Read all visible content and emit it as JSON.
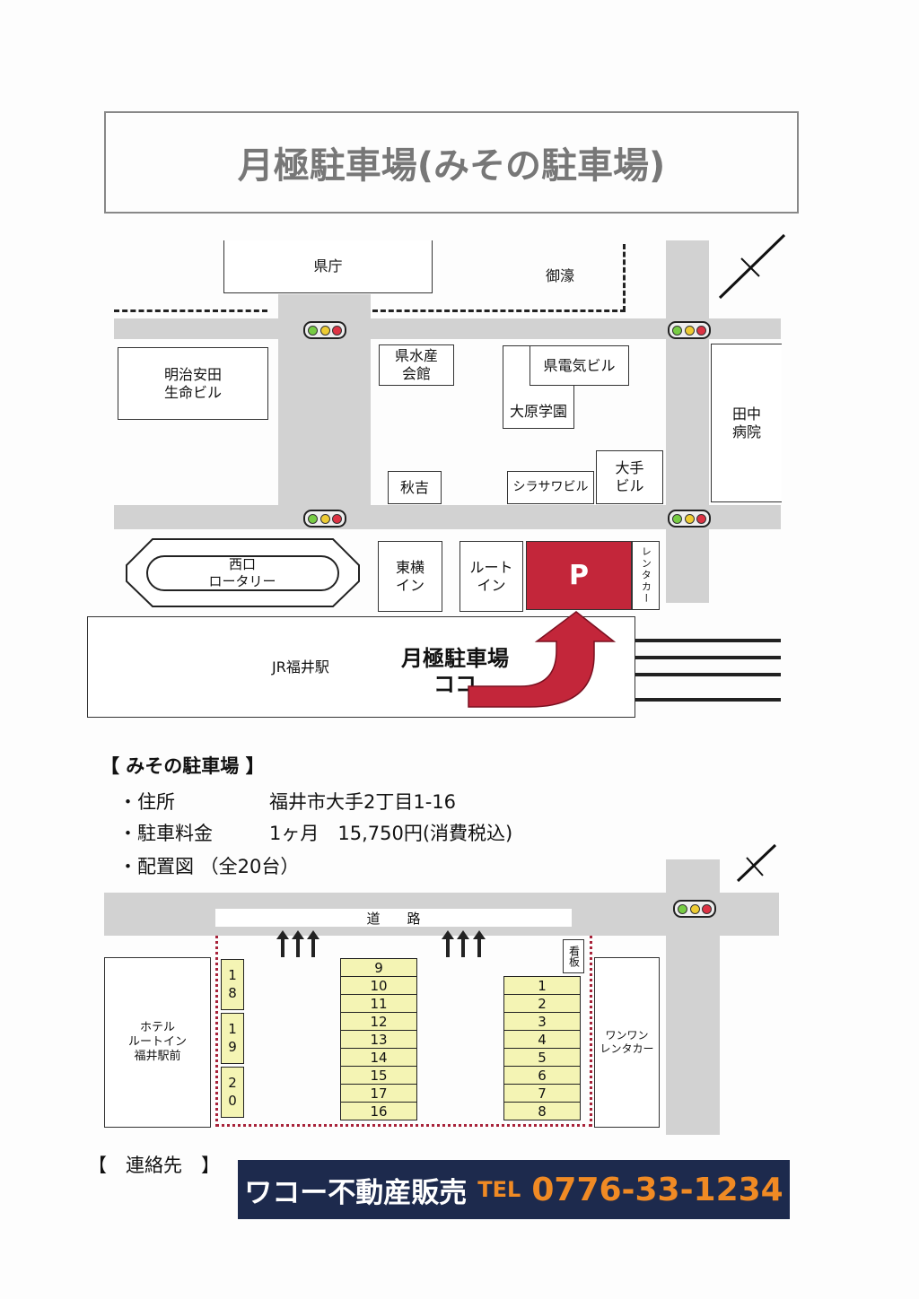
{
  "title": "月極駐車場(みその駐車場)",
  "map": {
    "kencho": "県庁",
    "ohori": "御濠",
    "meiji": "明治安田\n生命ビル",
    "suisan": "県水産\n会館",
    "denki": "県電気ビル",
    "ohara": "大原学園",
    "tanaka": "田中\n病院",
    "akiyoshi": "秋吉",
    "shirasawa": "シラサワビル",
    "ote": "大手\nビル",
    "rotary": "西口\nロータリー",
    "toyoko": "東横\nイン",
    "routeinn": "ルート\nイン",
    "parking": "P",
    "rentacar": "レンタカー",
    "station": "JR福井駅",
    "here_line1": "月極駐車場",
    "here_line2": "ココ"
  },
  "info": {
    "heading": "【 みその駐車場 】",
    "address_label": "・住所",
    "address": "福井市大手2丁目1-16",
    "fee_label": "・駐車料金",
    "fee": "1ヶ月　15,750円(消費税込)",
    "layout_label": "・配置図 （全20台）"
  },
  "layout": {
    "road": "道　　路",
    "sign": "看板",
    "hotel": "ホテル\nルートイン\n福井駅前",
    "wanwan": "ワンワン\nレンタカー",
    "left_slots": [
      "18",
      "19",
      "20"
    ],
    "middle_slots": [
      "9",
      "10",
      "11",
      "12",
      "13",
      "14",
      "15",
      "17",
      "16"
    ],
    "right_slots": [
      "1",
      "2",
      "3",
      "4",
      "5",
      "6",
      "7",
      "8"
    ]
  },
  "contact": {
    "label": "【　連絡先　】",
    "company": "ワコー不動産販売",
    "tel_label": "TEL",
    "tel": "0776-33-1234"
  },
  "colors": {
    "parking": "#c3263a",
    "banner": "#1d2a4d",
    "tel": "#f08a24"
  }
}
